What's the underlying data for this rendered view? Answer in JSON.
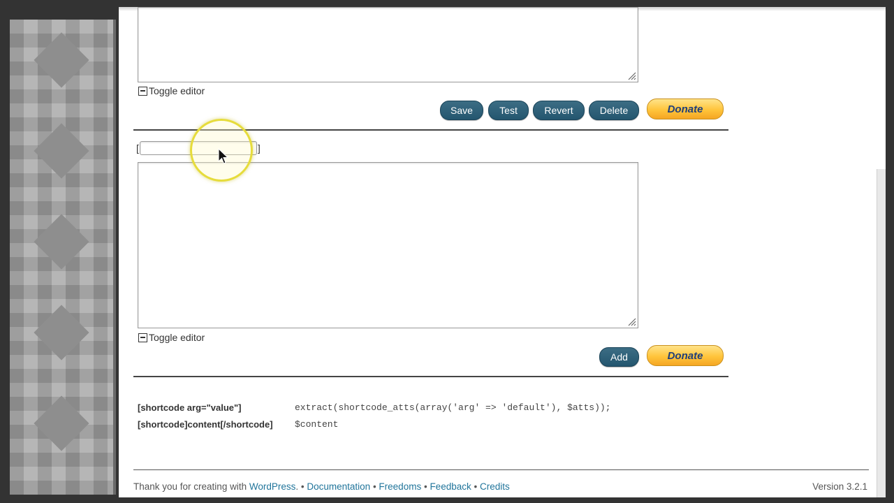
{
  "editor_top": {
    "toggle_label": "Toggle editor",
    "buttons": {
      "save": "Save",
      "test": "Test",
      "revert": "Revert",
      "delete": "Delete"
    },
    "donate_label": "Donate"
  },
  "editor_new": {
    "name_open_bracket": "[",
    "name_close_bracket": "]",
    "name_value": "",
    "toggle_label": "Toggle editor",
    "add_label": "Add",
    "donate_label": "Donate"
  },
  "help": {
    "rows": [
      {
        "key": "[shortcode arg=\"value\"]",
        "value": "extract(shortcode_atts(array('arg' => 'default'), $atts));"
      },
      {
        "key": "[shortcode]content[/shortcode]",
        "value": "$content"
      }
    ]
  },
  "footer": {
    "thanks_prefix": "Thank you for creating with ",
    "wordpress": "WordPress",
    "sep": " • ",
    "links": {
      "documentation": "Documentation",
      "freedoms": "Freedoms",
      "feedback": "Feedback",
      "credits": "Credits"
    },
    "version": "Version 3.2.1"
  },
  "colors": {
    "button_bg": "#2f627a",
    "donate_bg": "#ffc43b",
    "link": "#21759b"
  }
}
